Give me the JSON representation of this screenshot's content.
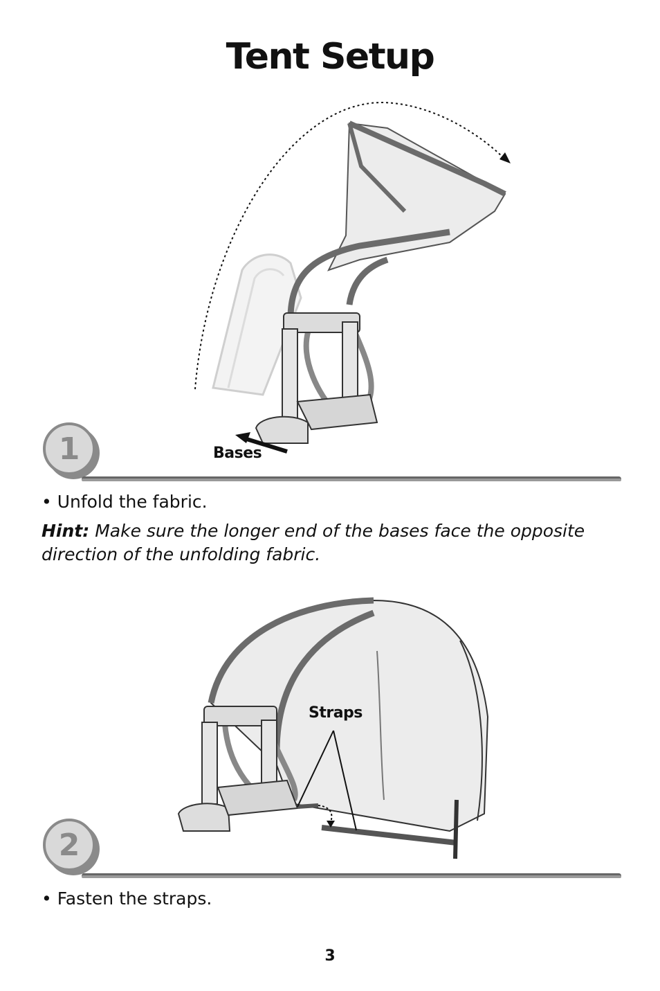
{
  "page": {
    "title": "Tent Setup",
    "page_number": "3"
  },
  "step1": {
    "number": "1",
    "callout_label": "Bases",
    "bullet": "• Unfold the fabric.",
    "hint_key": "Hint:",
    "hint_text": " Make sure the longer end of the bases face the opposite direction of the unfolding fabric."
  },
  "step2": {
    "number": "2",
    "callout_label": "Straps",
    "bullet": "• Fasten the straps."
  },
  "colors": {
    "badge_fill": "#d9d9d9",
    "badge_shadow": "#8a8a8a",
    "rule": "#666666",
    "fabric_edge": "#6b6b6b",
    "fabric_fill": "#e8e8e8"
  }
}
